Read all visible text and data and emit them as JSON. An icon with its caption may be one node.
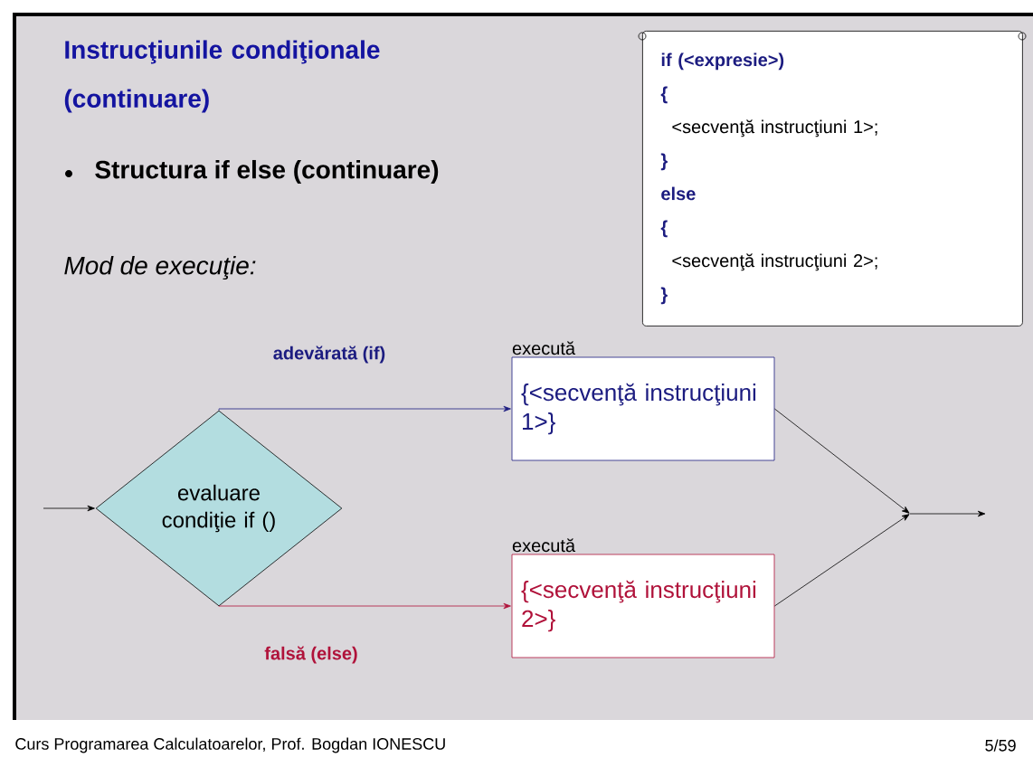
{
  "diagram": {
    "title": "Instrucţiunile condiţionale (continuare)",
    "nodes": [
      {
        "text": [
          "if (<expresie>)",
          "{",
          "<secvenţă instrucţiuni 1>;",
          "}",
          "else",
          "{",
          "<secvenţă instrucţiuni 2>;",
          "}"
        ]
      },
      {
        "text": [
          "evaluare condiţie if ()"
        ]
      },
      {
        "text": [
          "{<secvenţă instrucţiuni 1>}"
        ],
        "beside": [
          "execută"
        ]
      },
      {
        "text": [
          "{<secvenţă instrucţiuni 2>}"
        ],
        "beside": [
          "execută"
        ]
      }
    ],
    "edges": [
      {
        "from": null,
        "to": 1,
        "arrow": "to"
      },
      {
        "from": 1,
        "to": 2,
        "arrow": "to",
        "label": "adevărată (if)",
        "color": "#1c1c80"
      },
      {
        "from": 1,
        "to": 3,
        "arrow": "to",
        "label": "falsă (else)",
        "color": "#b0123a"
      },
      {
        "from": 2,
        "to": null,
        "arrow": "to"
      },
      {
        "from": 3,
        "to": null,
        "arrow": "to"
      }
    ],
    "labels": [
      "Structura if else (continuare)",
      "Mod de execuţie:",
      "Curs Programarea Calculatoarelor, Prof. Bogdan IONESCU",
      "5/59"
    ]
  }
}
